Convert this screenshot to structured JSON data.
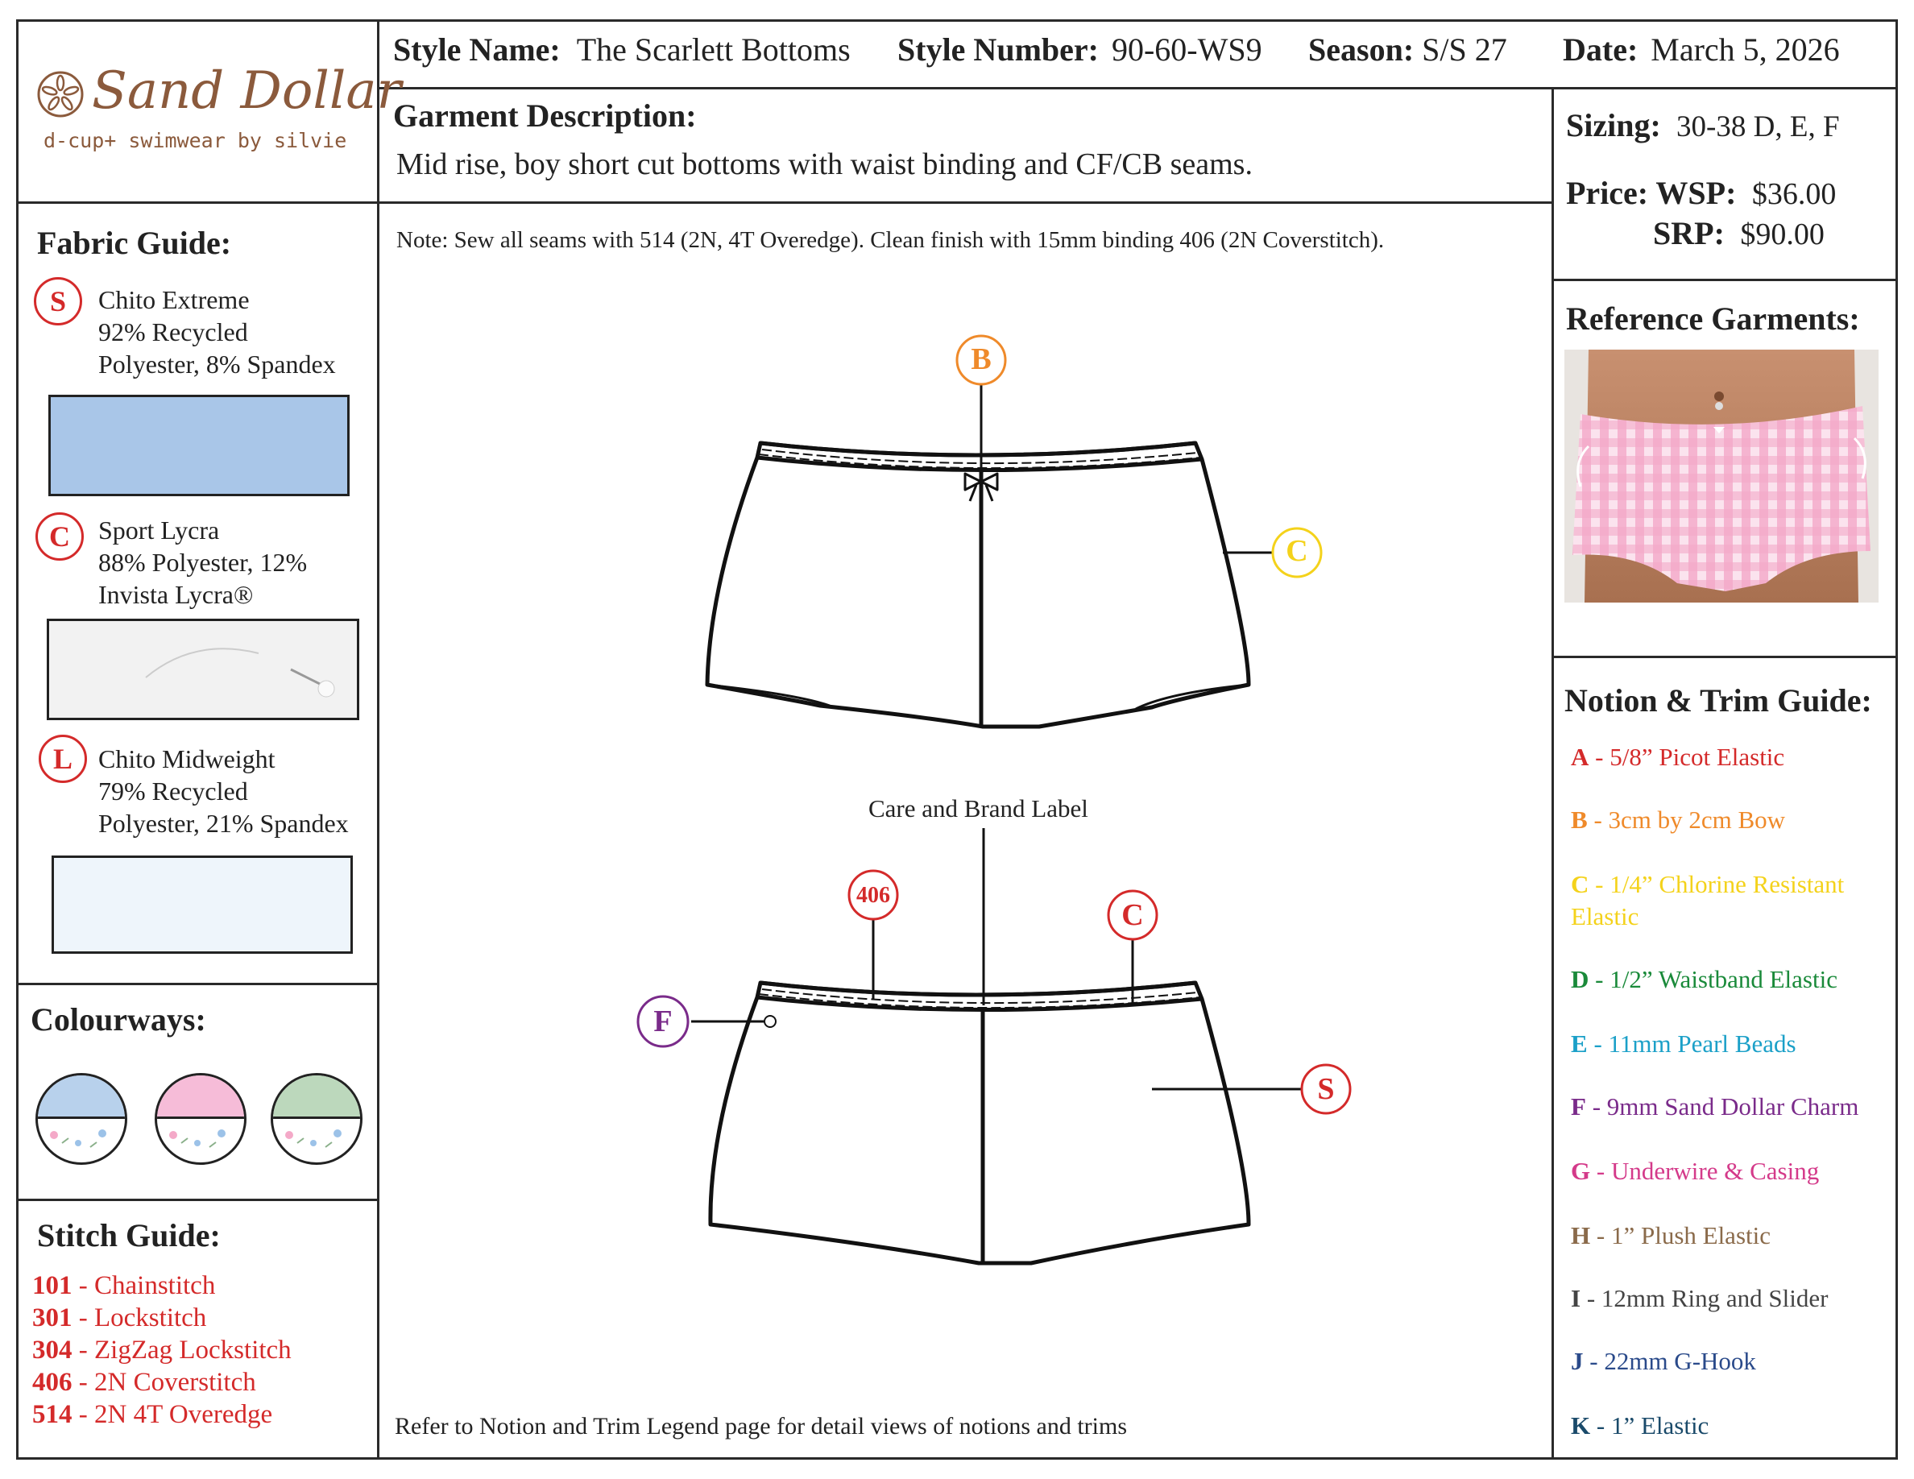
{
  "header": {
    "style_name_label": "Style Name:",
    "style_name": "The Scarlett Bottoms",
    "style_number_label": "Style Number:",
    "style_number": "90-60-WS9",
    "season_label": "Season:",
    "season": "S/S 27",
    "date_label": "Date:",
    "date": "March 5, 2026"
  },
  "brand": {
    "name": "Sand Dollar",
    "tagline": "d-cup+ swimwear by silvie",
    "color": "#8b5a3c"
  },
  "description": {
    "label": "Garment Description:",
    "text": "Mid rise, boy short cut bottoms with waist binding and CF/CB seams.",
    "note": "Note: Sew all seams with 514 (2N, 4T Overedge). Clean finish with 15mm binding 406 (2N Coverstitch).",
    "footer": "Refer to Notion and Trim Legend page for detail views of notions and trims"
  },
  "sizing": {
    "label": "Sizing:",
    "value": "30-38 D, E, F"
  },
  "price": {
    "wsp_label": "Price: WSP:",
    "wsp": "$36.00",
    "srp_label": "SRP:",
    "srp": "$90.00"
  },
  "reference": {
    "label": "Reference Garments:"
  },
  "fabric_guide": {
    "label": "Fabric Guide:",
    "items": [
      {
        "code": "S",
        "line1": "Chito Extreme",
        "line2": "92% Recycled",
        "line3": "Polyester, 8% Spandex",
        "swatch_color": "#a9c6e8"
      },
      {
        "code": "C",
        "line1": "Sport Lycra",
        "line2": "88% Polyester, 12%",
        "line3": "Invista Lycra®",
        "swatch_color": "#f2f2f2"
      },
      {
        "code": "L",
        "line1": "Chito Midweight",
        "line2": "79% Recycled",
        "line3": "Polyester, 21% Spandex",
        "swatch_color": "#eef5fb"
      }
    ]
  },
  "colourways": {
    "label": "Colourways:",
    "items": [
      {
        "top": "#b8d1ec"
      },
      {
        "top": "#f6bcd8"
      },
      {
        "top": "#bcd8bc"
      }
    ]
  },
  "stitch_guide": {
    "label": "Stitch Guide:",
    "items": [
      {
        "code": "101",
        "name": "Chainstitch"
      },
      {
        "code": "301",
        "name": "Lockstitch"
      },
      {
        "code": "304",
        "name": "ZigZag Lockstitch"
      },
      {
        "code": "406",
        "name": "2N Coverstitch"
      },
      {
        "code": "514",
        "name": "2N 4T Overedge"
      }
    ]
  },
  "trim_guide": {
    "label": "Notion & Trim Guide:",
    "items": [
      {
        "code": "A",
        "name": "5/8” Picot Elastic",
        "color": "#d42a2a"
      },
      {
        "code": "B",
        "name": "3cm by 2cm Bow",
        "color": "#ef8a2a"
      },
      {
        "code": "C",
        "name": "1/4” Chlorine Resistant Elastic",
        "color": "#f4d21b"
      },
      {
        "code": "D",
        "name": "1/2” Waistband Elastic",
        "color": "#1a8a3a"
      },
      {
        "code": "E",
        "name": "11mm Pearl Beads",
        "color": "#1ba0c8"
      },
      {
        "code": "F",
        "name": "9mm Sand Dollar Charm",
        "color": "#7a2b8a"
      },
      {
        "code": "G",
        "name": "Underwire & Casing",
        "color": "#d43a8a"
      },
      {
        "code": "H",
        "name": "1” Plush Elastic",
        "color": "#8a6a4a"
      },
      {
        "code": "I",
        "name": "12mm Ring and Slider",
        "color": "#444444"
      },
      {
        "code": "J",
        "name": "22mm G-Hook",
        "color": "#2a4a8a"
      },
      {
        "code": "K",
        "name": "1” Elastic",
        "color": "#1a4a6a"
      }
    ]
  },
  "callouts": {
    "front_b": "B",
    "front_c": "C",
    "back_406": "406",
    "back_c": "C",
    "back_f": "F",
    "back_s": "S",
    "care_label": "Care and Brand Label"
  }
}
